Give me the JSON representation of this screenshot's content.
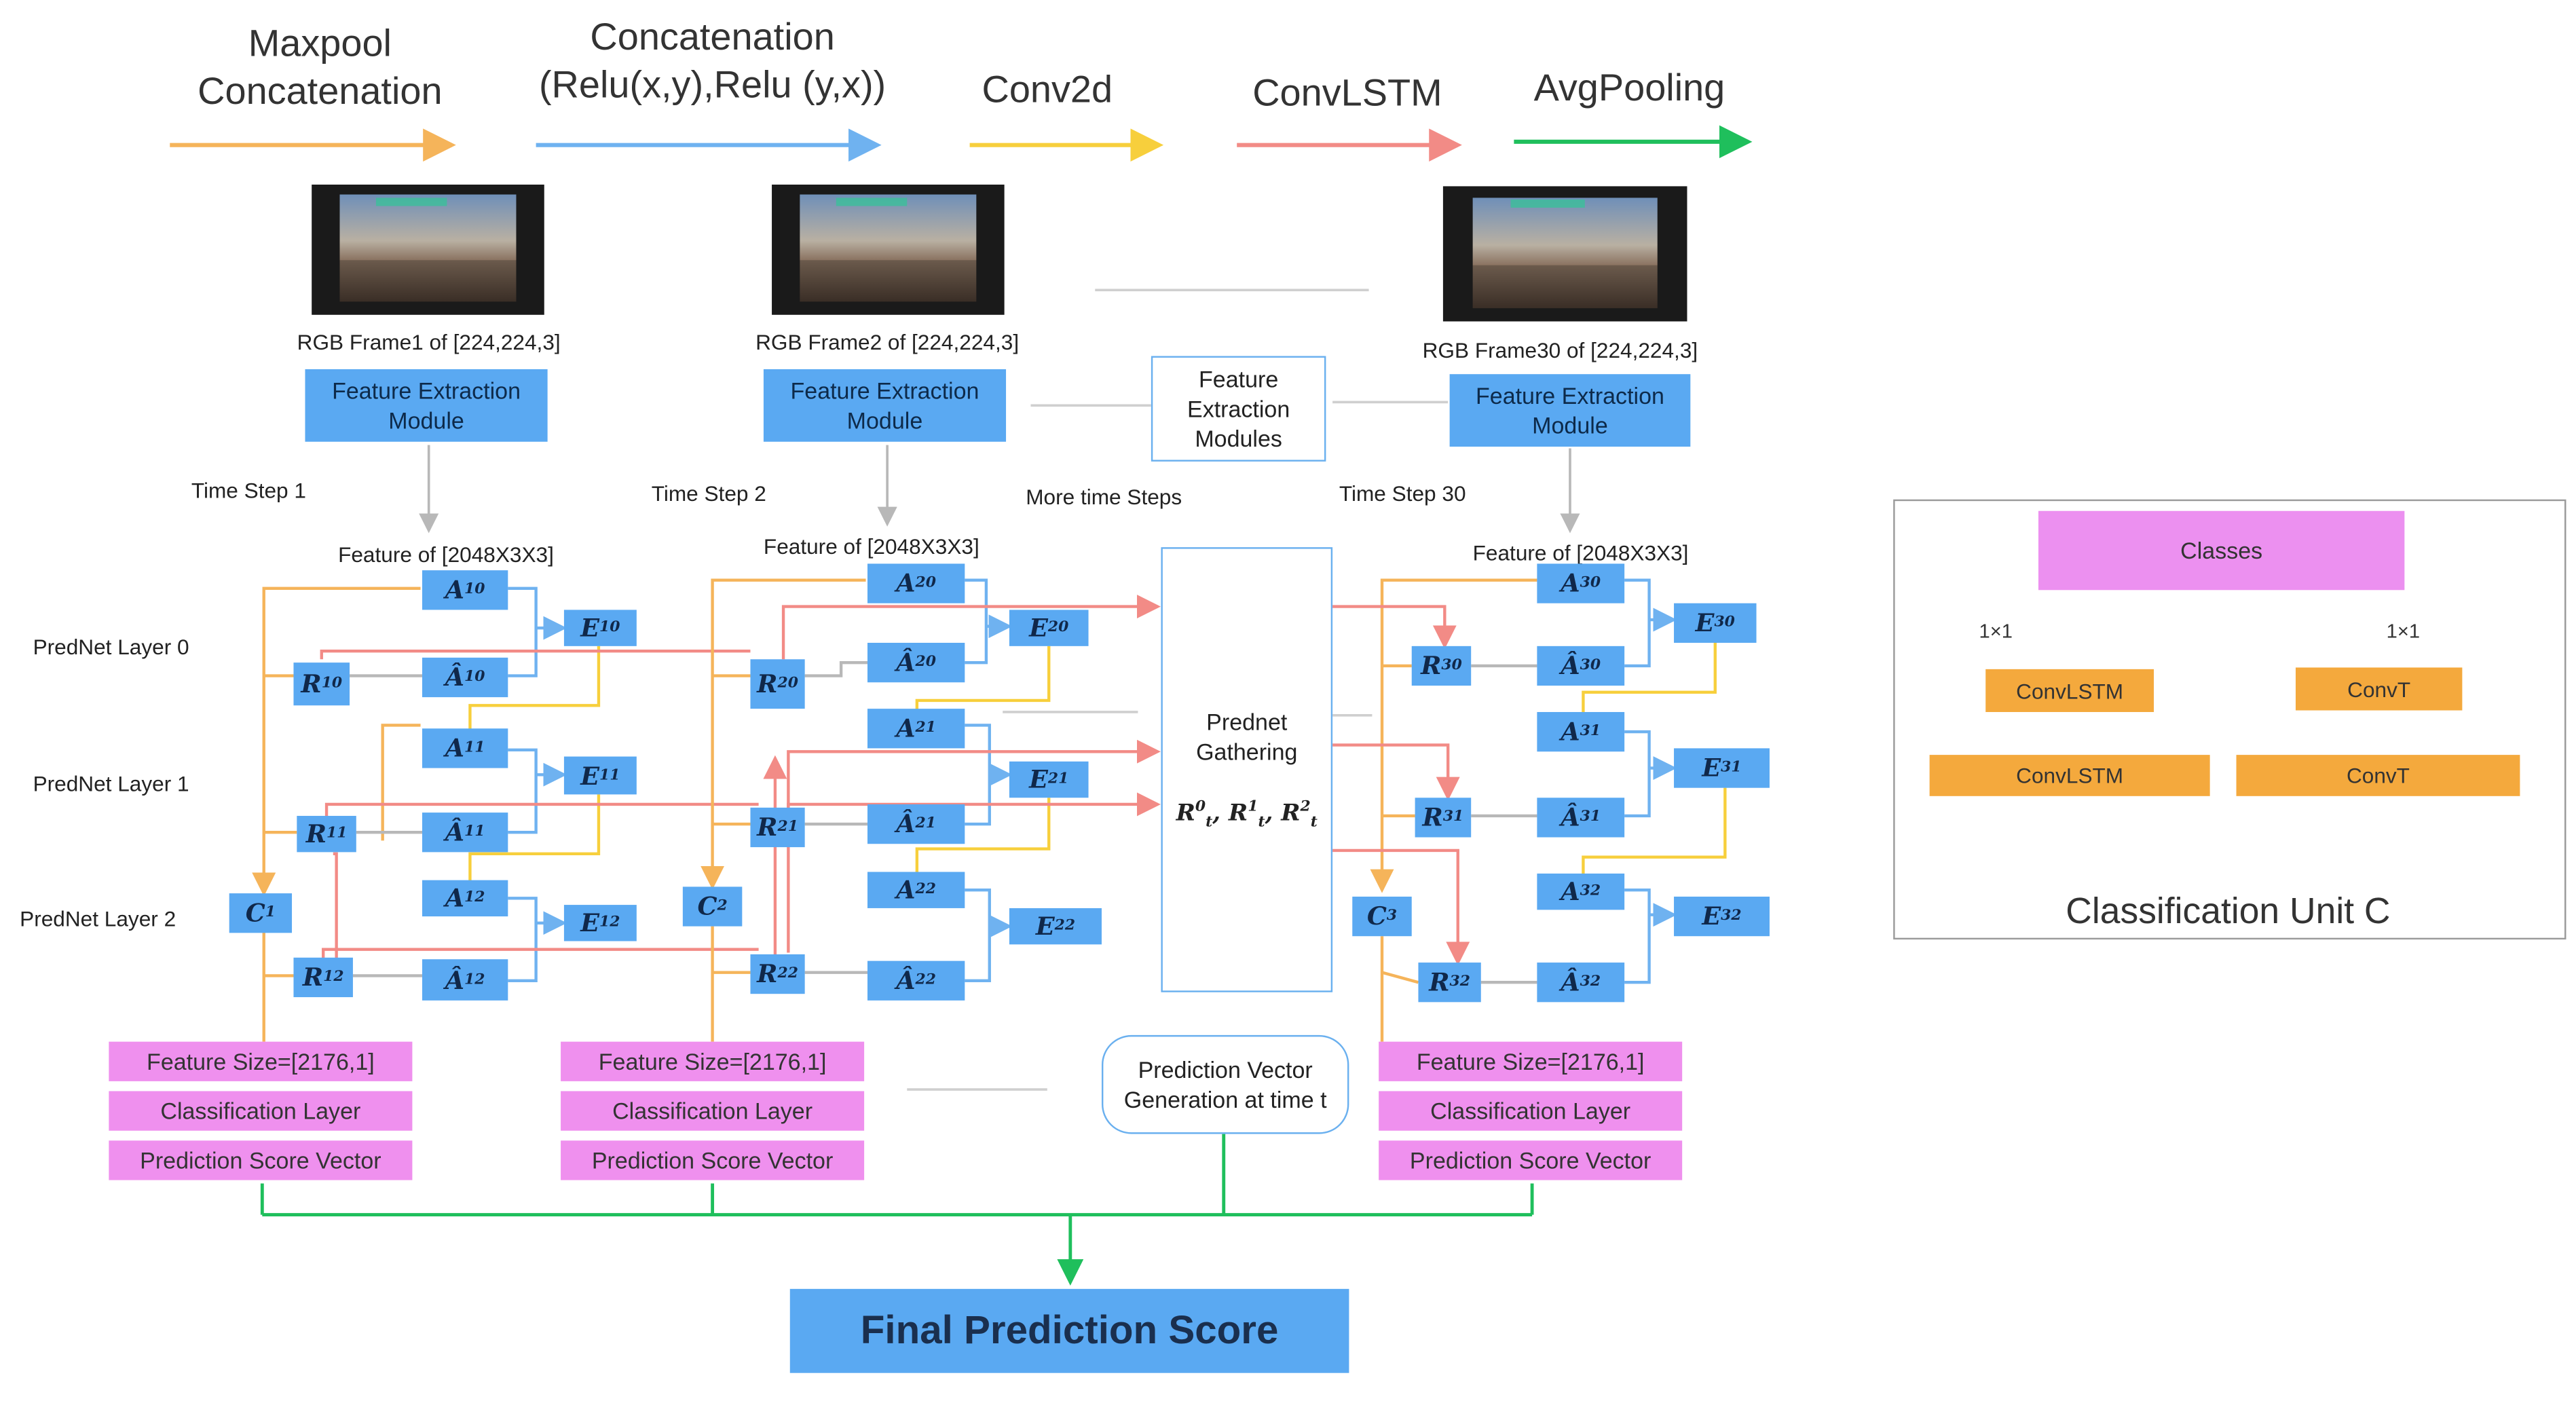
{
  "legend": [
    {
      "label_line1": "Maxpool",
      "label_line2": "Concatenation",
      "color": "#f5b45a"
    },
    {
      "label_line1": "Concatenation",
      "label_line2": "(Relu(x,y),Relu (y,x))",
      "color": "#6fb2f0"
    },
    {
      "label_line1": "",
      "label_line2": "Conv2d",
      "color": "#f7cf3c"
    },
    {
      "label_line1": "",
      "label_line2": "ConvLSTM",
      "color": "#f28b86"
    },
    {
      "label_line1": "",
      "label_line2": "AvgPooling",
      "color": "#1fbf5c"
    }
  ],
  "frames": [
    {
      "caption": "RGB Frame1 of [224,224,3]",
      "module": "Feature Extraction Module",
      "step": "Time Step 1",
      "feature": "Feature of [2048X3X3]"
    },
    {
      "caption": "RGB Frame2 of [224,224,3]",
      "module": "Feature Extraction Module",
      "step": "Time Step 2",
      "feature": "Feature of [2048X3X3]"
    },
    {
      "caption": "RGB Frame30 of [224,224,3]",
      "module": "Feature Extraction Module",
      "step": "Time Step 30",
      "feature": "Feature of [2048X3X3]"
    }
  ],
  "middle": {
    "modules": "Feature Extraction Modules",
    "more_steps": "More time Steps",
    "gathering_line1": "Prednet",
    "gathering_line2": "Gathering",
    "gathering_vars": "Rt0, Rt1, Rt2",
    "vector_gen": "Prediction Vector Generation at time t"
  },
  "layers": [
    "PredNet Layer 0",
    "PredNet Layer 1",
    "PredNet Layer 2"
  ],
  "output_boxes": [
    "Feature Size=[2176,1]",
    "Classification Layer",
    "Prediction Score Vector"
  ],
  "final": "Final Prediction Score",
  "classification_unit": {
    "title": "Classification Unit C",
    "classes": "Classes",
    "left_top": "ConvLSTM",
    "left_bottom": "ConvLSTM",
    "right_top": "ConvT",
    "right_bottom": "ConvT",
    "kernel_left": "1×1",
    "kernel_right": "1×1"
  },
  "colors": {
    "blue_box": "#5aa9f2",
    "pink_box": "#ef90ee",
    "orange_box": "#f4a93d",
    "maxpool": "#f5b45a",
    "relu_concat": "#6fb2f0",
    "conv2d": "#f7cf3c",
    "convlstm": "#f28b86",
    "avgpool": "#1fbf5c"
  }
}
